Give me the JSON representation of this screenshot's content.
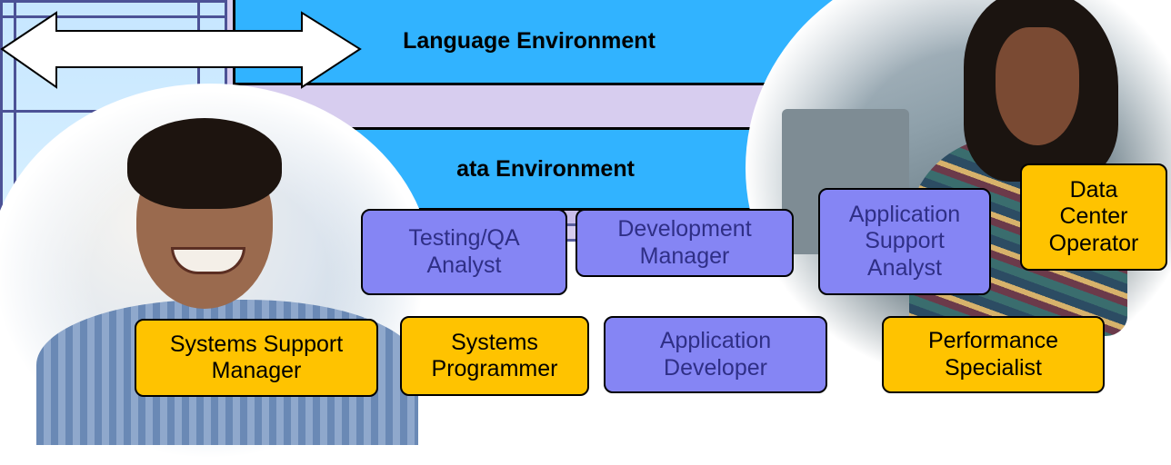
{
  "layers": {
    "language": "Language Environment",
    "data": "ata Environment"
  },
  "roles": {
    "testing_qa": [
      "Testing/QA",
      "Analyst"
    ],
    "development_manager": [
      "Development",
      "Manager"
    ],
    "application_support": [
      "Application",
      "Support",
      "Analyst"
    ],
    "data_center_operator": [
      "Data",
      "Center",
      "Operator"
    ],
    "systems_support_manager": [
      "Systems Support",
      "Manager"
    ],
    "systems_programmer": [
      "Systems",
      "Programmer"
    ],
    "application_developer": [
      "Application",
      "Developer"
    ],
    "performance_specialist": [
      "Performance",
      "Specialist"
    ]
  },
  "colors": {
    "layer_fill": "#31b3ff",
    "technical_role_fill": "#8585f4",
    "technical_role_text": "#2f2f86",
    "operations_role_fill": "#ffc300",
    "panel_fill": "#d7cdef"
  },
  "icons": {
    "double_arrow": "double-arrow-icon",
    "man_photo": "man-photo",
    "woman_photo": "woman-photo"
  }
}
